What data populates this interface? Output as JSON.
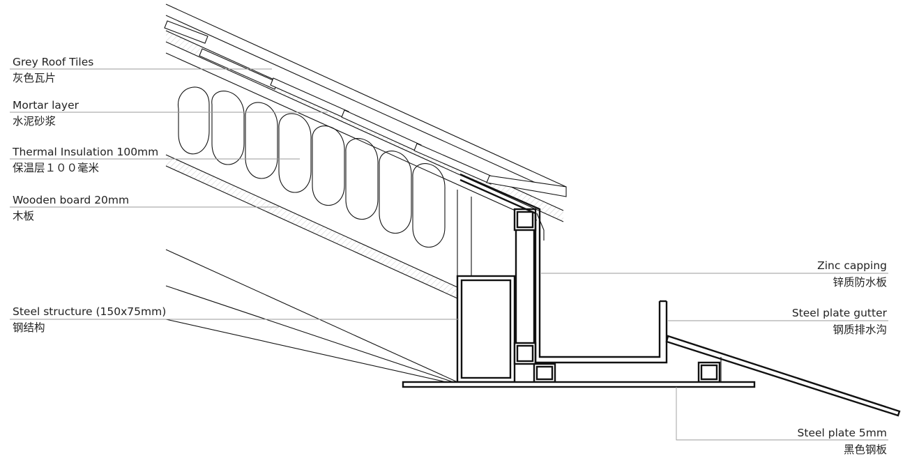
{
  "labels_left": [
    {
      "key": "tiles",
      "en": "Grey Roof Tiles",
      "cn": "灰色瓦片"
    },
    {
      "key": "mortar",
      "en": "Mortar layer",
      "cn": "水泥砂浆"
    },
    {
      "key": "insulation",
      "en": "Thermal Insulation 100mm",
      "cn": "保温层１００毫米"
    },
    {
      "key": "board",
      "en": "Wooden board 20mm",
      "cn": "木板"
    },
    {
      "key": "steel_structure",
      "en": "Steel structure (150x75mm)",
      "cn": "钢结构"
    }
  ],
  "labels_right": [
    {
      "key": "zinc",
      "en": "Zinc capping",
      "cn": "锌质防水板"
    },
    {
      "key": "gutter",
      "en": "Steel plate gutter",
      "cn": "钢质排水沟"
    },
    {
      "key": "plate",
      "en": "Steel plate 5mm",
      "cn": "黑色钢板"
    }
  ],
  "colors": {
    "line": "#111111",
    "leader": "#9a9a9a",
    "text": "#222222",
    "background": "#ffffff"
  }
}
